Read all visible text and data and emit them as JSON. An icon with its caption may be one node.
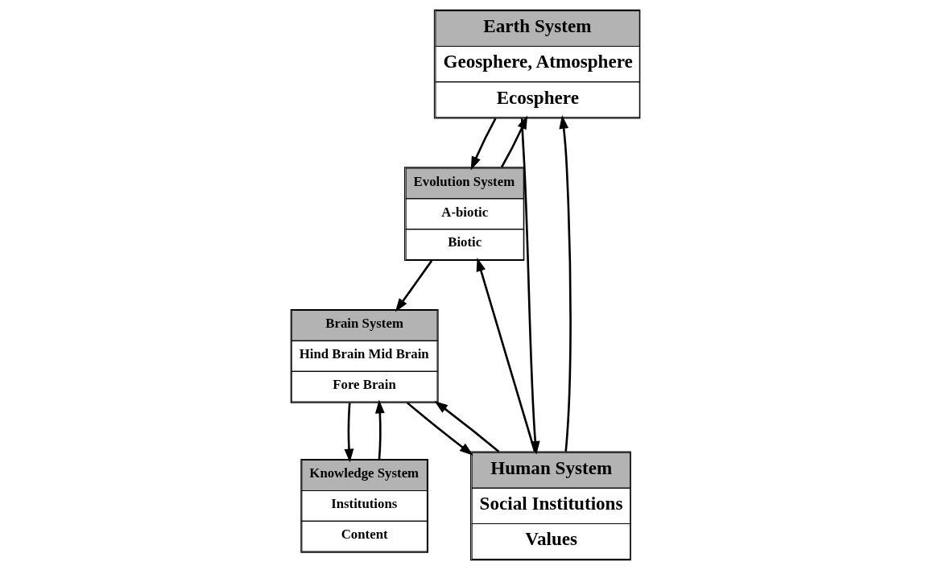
{
  "diagram": {
    "nodes": [
      {
        "text": [
          "Earth System",
          "Geosphere, Atmosphere",
          "Ecosphere"
        ]
      },
      {
        "text": [
          "Knowledge System",
          "Institutions",
          "Content"
        ]
      },
      {
        "text": [
          "Evolution System",
          "A-biotic",
          "Biotic"
        ]
      },
      {
        "text": [
          "Brain System",
          "Hind Brain Mid Brain",
          "Fore Brain"
        ]
      },
      {
        "text": [
          "Human System",
          "Social Institutions",
          "Values"
        ]
      }
    ],
    "edges": [
      {
        "from": 0,
        "to": 2,
        "arrow": "to"
      },
      {
        "from": 2,
        "to": 0,
        "arrow": "to"
      },
      {
        "from": 1,
        "to": 3,
        "arrow": "to"
      },
      {
        "from": 3,
        "to": 1,
        "arrow": "to"
      },
      {
        "from": 4,
        "to": 3,
        "arrow": "to"
      },
      {
        "from": 3,
        "to": 4,
        "arrow": "to"
      },
      {
        "from": 0,
        "to": 4,
        "arrow": "to"
      },
      {
        "from": 4,
        "to": 0,
        "arrow": "to"
      },
      {
        "from": 4,
        "to": 2,
        "arrow": "to"
      },
      {
        "from": 2,
        "to": 3,
        "arrow": "to"
      }
    ]
  }
}
